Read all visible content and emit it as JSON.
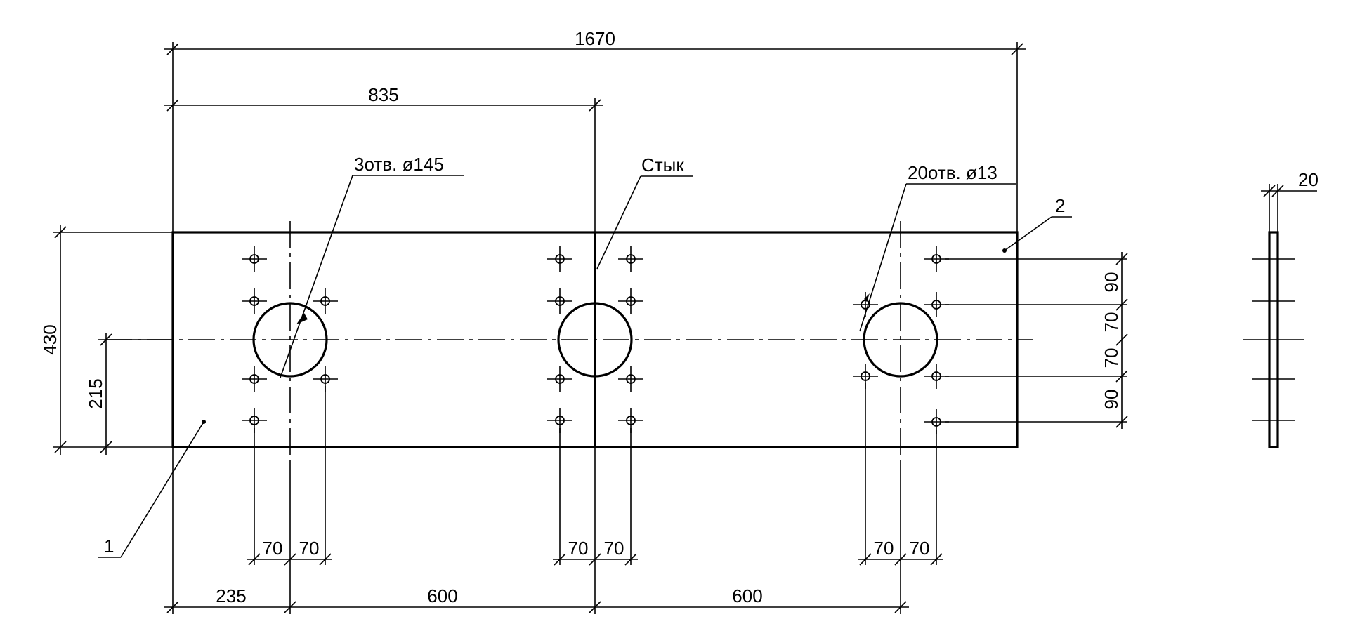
{
  "drawing": {
    "dims": {
      "overall_length": "1670",
      "half_length": "835",
      "height": "430",
      "half_height": "215",
      "edge_to_center": "235",
      "center_spacing_left": "600",
      "center_spacing_right": "600",
      "bolt_offset": "70",
      "vert_outer": "90",
      "vert_inner": "70",
      "thickness": "20"
    },
    "callouts": {
      "big_holes": "3отв. ø145",
      "joint": "Стык",
      "small_holes": "20отв. ø13",
      "part_1": "1",
      "part_2": "2"
    }
  }
}
